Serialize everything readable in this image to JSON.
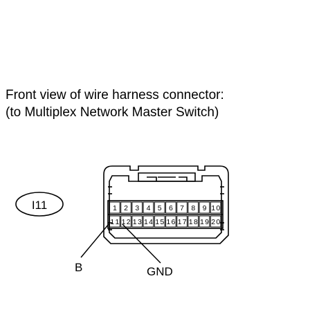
{
  "header": {
    "line1": "Front view of wire harness connector:",
    "line2": "(to Multiplex Network Master Switch)"
  },
  "connector": {
    "id": "I11",
    "pins_row1": [
      "1",
      "2",
      "3",
      "4",
      "5",
      "6",
      "7",
      "8",
      "9",
      "10"
    ],
    "pins_row2": [
      "11",
      "12",
      "13",
      "14",
      "15",
      "16",
      "17",
      "18",
      "19",
      "20"
    ]
  },
  "callouts": [
    {
      "pin": "11",
      "label": "B"
    },
    {
      "pin": "12",
      "label": "GND"
    }
  ]
}
